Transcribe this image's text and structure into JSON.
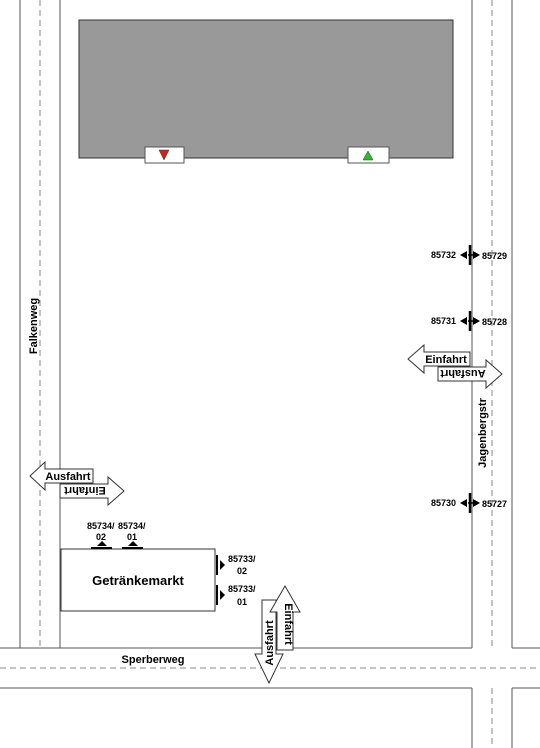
{
  "streets": {
    "falkenweg": "Falkenweg",
    "jagenbergstr": "Jagenbergstr",
    "sperberweg": "Sperberweg"
  },
  "building": {
    "name": "Getränkemarkt"
  },
  "access_arrows": {
    "left": {
      "out": "Ausfahrt",
      "in": "Einfahrt"
    },
    "right": {
      "in": "Einfahrt",
      "out": "Ausfahrt"
    },
    "bottom": {
      "out": "Ausfahrt",
      "in": "Einfahrt"
    }
  },
  "parking_markers": {
    "down": {
      "color": "#d22020",
      "icon": "red-down-triangle-icon"
    },
    "up": {
      "color": "#22c022",
      "icon": "green-up-triangle-icon"
    }
  },
  "sensors": {
    "s85732": "85732",
    "s85729": "85729",
    "s85731": "85731",
    "s85728": "85728",
    "s85730": "85730",
    "s85727": "85727",
    "s85734_02_a": "85734/",
    "s85734_02_b": "02",
    "s85734_01_a": "85734/",
    "s85734_01_b": "01",
    "s85733_02_a": "85733/",
    "s85733_02_b": "02",
    "s85733_01_a": "85733/",
    "s85733_01_b": "01"
  },
  "colors": {
    "car_park": "#999999",
    "road_line": "#555555"
  }
}
